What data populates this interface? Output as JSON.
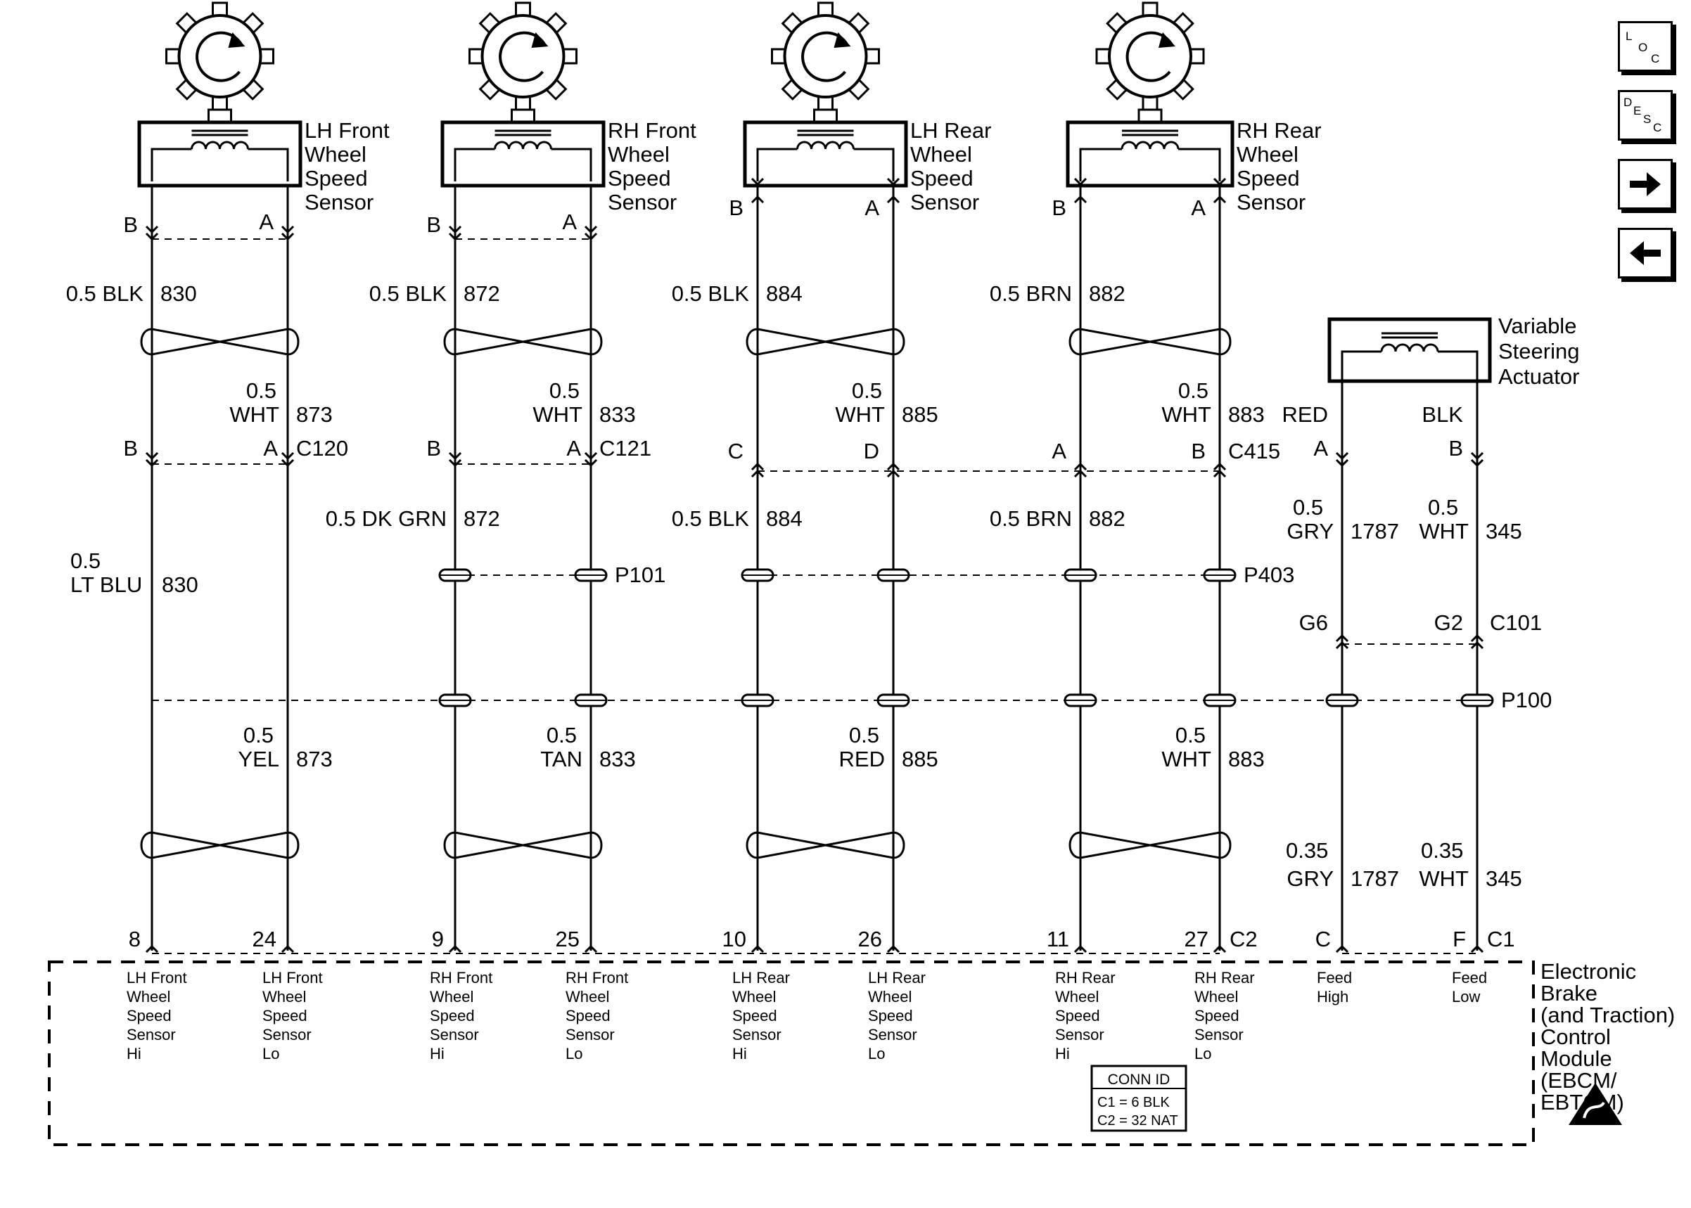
{
  "nav": {
    "loc": "LOC",
    "desc": "DESC"
  },
  "sensors": [
    {
      "id": "lhf",
      "label": [
        "LH Front",
        "Wheel",
        "Speed",
        "Sensor"
      ],
      "pin_left": "B",
      "pin_right": "A"
    },
    {
      "id": "rhf",
      "label": [
        "RH Front",
        "Wheel",
        "Speed",
        "Sensor"
      ],
      "pin_left": "B",
      "pin_right": "A"
    },
    {
      "id": "lhr",
      "label": [
        "LH Rear",
        "Wheel",
        "Speed",
        "Sensor"
      ],
      "pin_left": "B",
      "pin_right": "A"
    },
    {
      "id": "rhr",
      "label": [
        "RH Rear",
        "Wheel",
        "Speed",
        "Sensor"
      ],
      "pin_left": "B",
      "pin_right": "A"
    }
  ],
  "actuator": {
    "label": [
      "Variable",
      "Steering",
      "Actuator"
    ],
    "pin_left": "A",
    "pin_right": "B"
  },
  "upper_wires": [
    {
      "size": "0.5",
      "color": "BLK",
      "circuit": "830"
    },
    {
      "size": "0.5",
      "color": "WHT",
      "circuit": "873"
    },
    {
      "size": "0.5",
      "color": "BLK",
      "circuit": "872"
    },
    {
      "size": "0.5",
      "color": "WHT",
      "circuit": "833"
    },
    {
      "size": "0.5",
      "color": "BLK",
      "circuit": "884"
    },
    {
      "size": "0.5",
      "color": "WHT",
      "circuit": "885"
    },
    {
      "size": "0.5",
      "color": "BRN",
      "circuit": "882"
    },
    {
      "size": "0.5",
      "color": "WHT",
      "circuit": "883"
    },
    {
      "size": "",
      "color": "RED",
      "circuit": ""
    },
    {
      "size": "",
      "color": "BLK",
      "circuit": ""
    }
  ],
  "mid_connectors": [
    {
      "name": "C120",
      "pins": [
        "B",
        "A"
      ]
    },
    {
      "name": "C121",
      "pins": [
        "B",
        "A"
      ]
    },
    {
      "name": "C415",
      "pins": [
        "C",
        "D",
        "A",
        "B"
      ]
    },
    {
      "name": "",
      "pins": [
        "A",
        "B"
      ]
    }
  ],
  "middle_wires": [
    {
      "size": "0.5",
      "color": "LT BLU",
      "circuit": "830"
    },
    {
      "size": "0.5",
      "color": "DK GRN",
      "circuit": "872"
    },
    {
      "size": "0.5",
      "color": "BLK",
      "circuit": "884"
    },
    {
      "size": "0.5",
      "color": "BRN",
      "circuit": "882"
    },
    {
      "size": "0.5",
      "color": "GRY",
      "circuit": "1787"
    },
    {
      "size": "0.5",
      "color": "WHT",
      "circuit": "345"
    }
  ],
  "splices": {
    "p101": "P101",
    "p403": "P403",
    "p100": "P100"
  },
  "c101": {
    "name": "C101",
    "pins": [
      "G6",
      "G2"
    ]
  },
  "lower_wires": [
    {
      "size": "0.5",
      "color": "YEL",
      "circuit": "873"
    },
    {
      "size": "0.5",
      "color": "TAN",
      "circuit": "833"
    },
    {
      "size": "0.5",
      "color": "RED",
      "circuit": "885"
    },
    {
      "size": "0.5",
      "color": "WHT",
      "circuit": "883"
    },
    {
      "size": "0.35",
      "color": "GRY",
      "circuit": "1787"
    },
    {
      "size": "0.35",
      "color": "WHT",
      "circuit": "345"
    }
  ],
  "module_pins": [
    "8",
    "24",
    "9",
    "25",
    "10",
    "26",
    "11",
    "27",
    "C",
    "F"
  ],
  "module_connectors": [
    "C2",
    "C1"
  ],
  "module_functions": [
    [
      "LH Front",
      "Wheel",
      "Speed",
      "Sensor",
      "Hi"
    ],
    [
      "LH Front",
      "Wheel",
      "Speed",
      "Sensor",
      "Lo"
    ],
    [
      "RH Front",
      "Wheel",
      "Speed",
      "Sensor",
      "Hi"
    ],
    [
      "RH Front",
      "Wheel",
      "Speed",
      "Sensor",
      "Lo"
    ],
    [
      "LH Rear",
      "Wheel",
      "Speed",
      "Sensor",
      "Hi"
    ],
    [
      "LH Rear",
      "Wheel",
      "Speed",
      "Sensor",
      "Lo"
    ],
    [
      "RH Rear",
      "Wheel",
      "Speed",
      "Sensor",
      "Hi"
    ],
    [
      "RH Rear",
      "Wheel",
      "Speed",
      "Sensor",
      "Lo"
    ],
    [
      "Feed",
      "High"
    ],
    [
      "Feed",
      "Low"
    ]
  ],
  "module": {
    "label": [
      "Electronic",
      "Brake",
      "(and Traction)",
      "Control",
      "Module",
      "(EBCM/",
      "EBTCM)"
    ]
  },
  "conn_id": {
    "title": "CONN ID",
    "lines": [
      "C1 = 6 BLK",
      "C2 = 32 NAT"
    ]
  }
}
